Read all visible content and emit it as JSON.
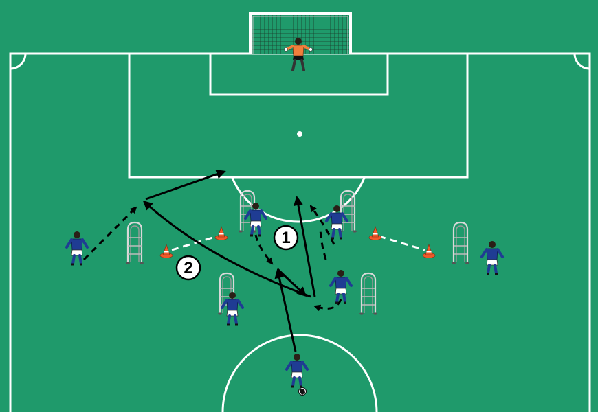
{
  "drill": {
    "step_labels": [
      {
        "id": "step-1-label",
        "text": "1"
      },
      {
        "id": "step-2-label",
        "text": "2"
      }
    ]
  },
  "colors": {
    "pitch": "#1f9a6b",
    "lines": "#ffffff",
    "player_shirt": "#1f3c93",
    "player_shorts": "#ffffff",
    "goalkeeper_shirt": "#f07f3c",
    "cone": "#ef5a2a",
    "arrow": "#000000"
  },
  "icons": {
    "player": "player-figure-icon",
    "goalkeeper": "goalkeeper-figure-icon",
    "cone": "cone-icon",
    "hurdle": "mannequin-hurdle-icon",
    "ball": "football-icon"
  }
}
